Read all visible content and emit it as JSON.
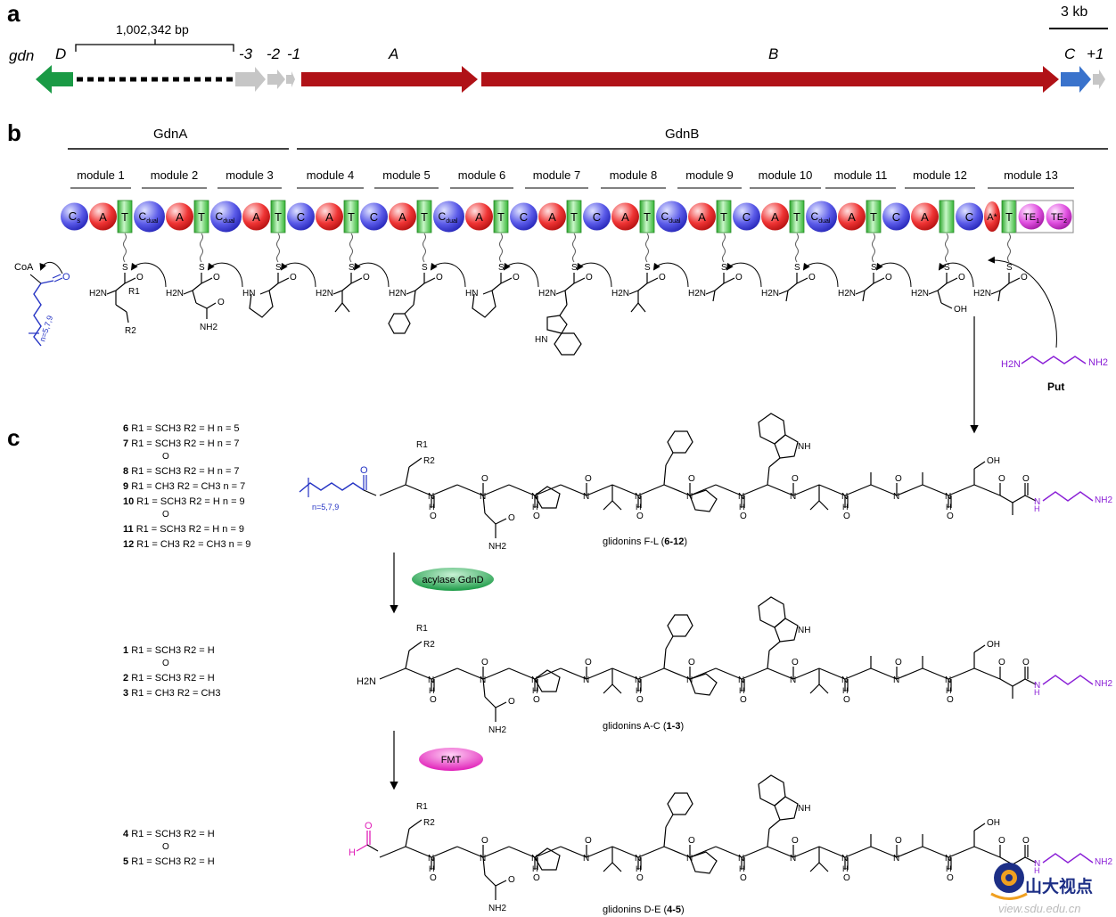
{
  "panel_a": {
    "label": "a",
    "gene_cluster": "gdn",
    "distance": "1,002,342 bp",
    "scale": "3 kb",
    "genes": [
      "D",
      "-3",
      "-2",
      "-1",
      "A",
      "B",
      "C",
      "+1"
    ]
  },
  "panel_b": {
    "label": "b",
    "proteins": [
      "GdnA",
      "GdnB"
    ],
    "modules": [
      "module 1",
      "module 2",
      "module 3",
      "module 4",
      "module 5",
      "module 6",
      "module 7",
      "module 8",
      "module 9",
      "module 10",
      "module 11",
      "module 12",
      "module 13"
    ],
    "domains": {
      "c": "C",
      "a": "A",
      "t": "T",
      "cs": "C",
      "cs_sub": "s",
      "cdual": "C",
      "cdual_sub": "dual",
      "astar": "A*",
      "te1": "TE",
      "te1_sub": "1",
      "te2": "TE",
      "te2_sub": "2"
    },
    "substrates": {
      "coa": "CoA",
      "n_range": "n=5,7,9",
      "h2n": "H2N",
      "r1": "R1",
      "r2": "R2",
      "nh2": "NH2",
      "hn": "HN",
      "oh": "OH",
      "s": "S",
      "o": "O"
    },
    "put": {
      "label": "Put",
      "h2n": "H2N",
      "nh2": "NH2"
    }
  },
  "panel_c": {
    "label": "c",
    "group1": [
      {
        "n": "6",
        "def": "R1 = SCH3 R2 = H n = 5"
      },
      {
        "n": "7",
        "def": "R1 = SCH3 R2 = H n = 7"
      },
      {
        "n": "8",
        "def": "R1 = SCH3 R2 = H n = 7",
        "oxo": "O"
      },
      {
        "n": "9",
        "def": "R1 = CH3 R2 = CH3 n = 7"
      },
      {
        "n": "10",
        "def": "R1 = SCH3 R2 = H n = 9"
      },
      {
        "n": "11",
        "def": "R1 = SCH3 R2 = H n = 9",
        "oxo": "O"
      },
      {
        "n": "12",
        "def": "R1 = CH3 R2 = CH3 n = 9"
      }
    ],
    "group2": [
      {
        "n": "1",
        "def": "R1 = SCH3 R2 = H"
      },
      {
        "n": "2",
        "def": "R1 = SCH3 R2 = H",
        "oxo": "O"
      },
      {
        "n": "3",
        "def": "R1 = CH3 R2 = CH3"
      }
    ],
    "group3": [
      {
        "n": "4",
        "def": "R1 = SCH3 R2 = H"
      },
      {
        "n": "5",
        "def": "R1 = SCH3 R2 = H",
        "oxo": "O"
      }
    ],
    "enzymes": [
      "acylase GdnD",
      "FMT"
    ],
    "captions": [
      {
        "text": "glidonins F-L (",
        "bold": "6-12",
        "end": ")"
      },
      {
        "text": "glidonins A-C (",
        "bold": "1-3",
        "end": ")"
      },
      {
        "text": "glidonins D-E (",
        "bold": "4-5",
        "end": ")"
      }
    ],
    "atoms": {
      "h": "H",
      "o": "O",
      "n": "N",
      "nh": "NH",
      "h2n": "H2N",
      "oh": "OH",
      "r1": "R1",
      "r2": "R2",
      "nh2": "NH2"
    }
  },
  "watermark": {
    "text": "山大视点",
    "url": "view.sdu.edu.cn"
  },
  "colors": {
    "red": "#b01217",
    "green": "#1a9a45",
    "blue": "#3a73cc",
    "gray": "#c6c6c6",
    "domain_c": "#3b3bd9",
    "domain_a": "#e0262a",
    "domain_t": "#4ccf4c",
    "domain_te": "#d83ad8",
    "acyl": "#2433c4",
    "put": "#8a1fd6",
    "formyl": "#e01fb8"
  }
}
